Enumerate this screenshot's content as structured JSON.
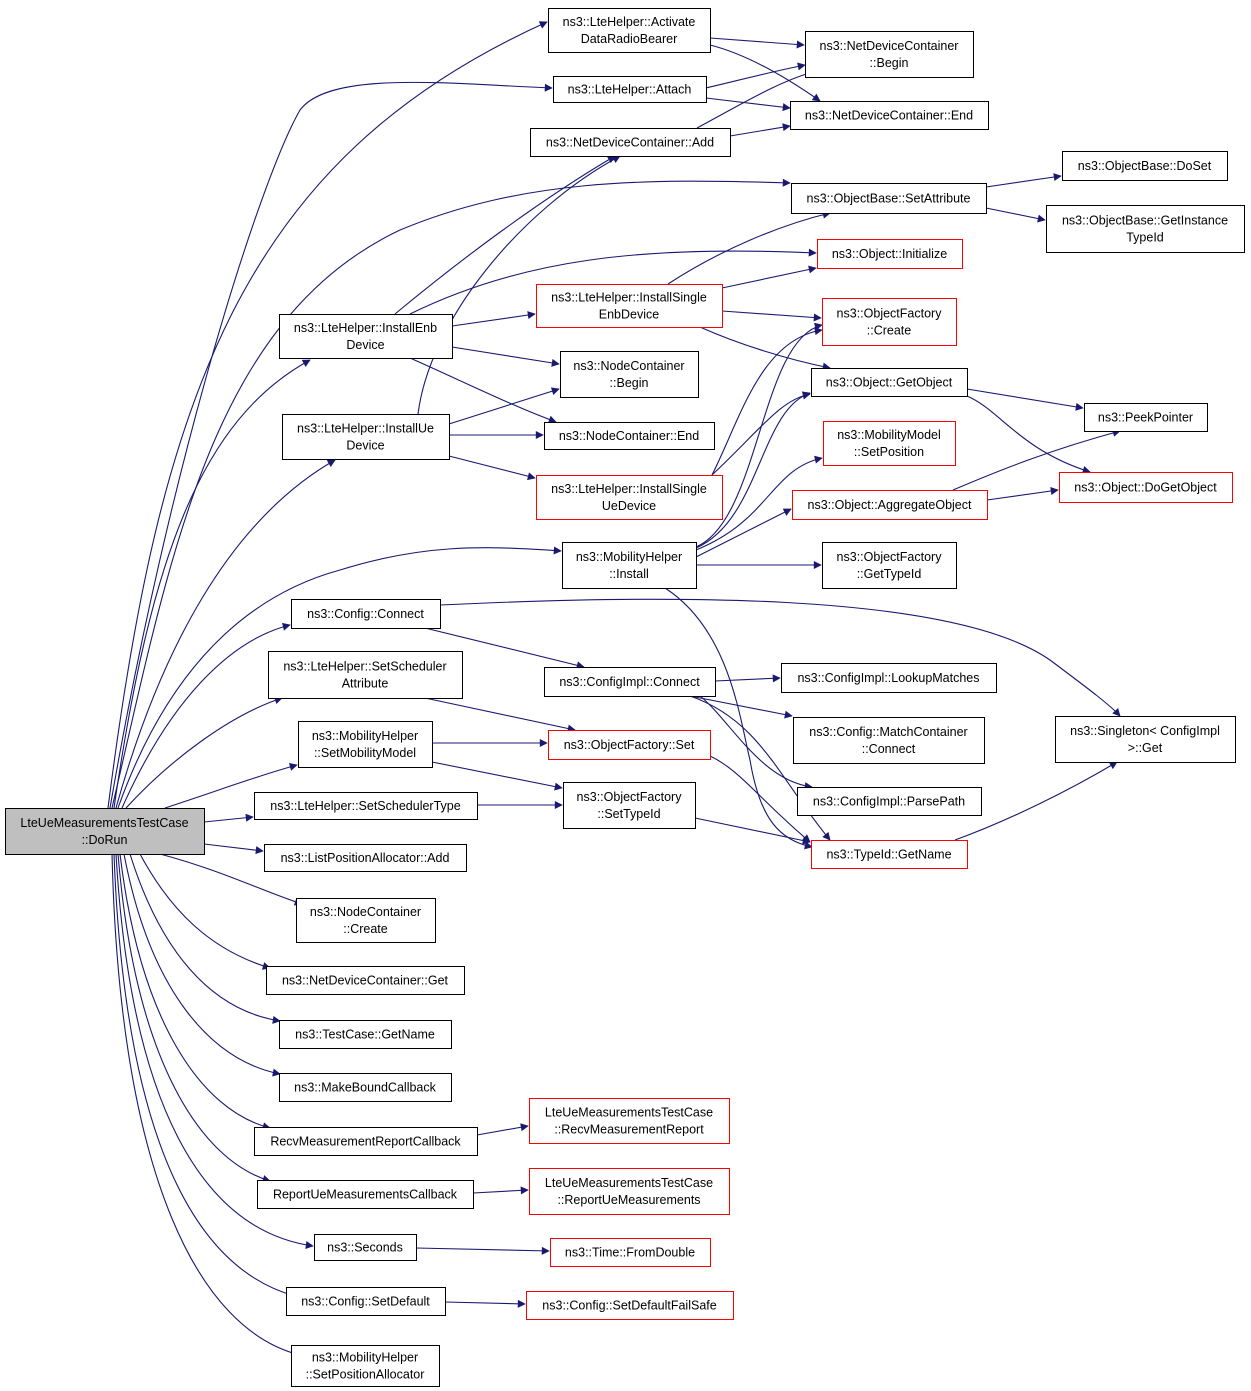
{
  "graph": {
    "edge_color": "#191970",
    "root_fill": "#bfbfbf",
    "external_border": "#ff0000",
    "nodes": [
      {
        "id": "root",
        "lines": [
          "LteUeMeasurementsTestCase",
          "::DoRun"
        ],
        "root": true
      },
      {
        "id": "activate",
        "lines": [
          "ns3::LteHelper::Activate",
          "DataRadioBearer"
        ]
      },
      {
        "id": "ndcBegin",
        "lines": [
          "ns3::NetDeviceContainer",
          "::Begin"
        ]
      },
      {
        "id": "attach",
        "lines": [
          "ns3::LteHelper::Attach"
        ]
      },
      {
        "id": "ndcEnd",
        "lines": [
          "ns3::NetDeviceContainer::End"
        ]
      },
      {
        "id": "ndcAdd",
        "lines": [
          "ns3::NetDeviceContainer::Add"
        ]
      },
      {
        "id": "objDoSet",
        "lines": [
          "ns3::ObjectBase::DoSet"
        ]
      },
      {
        "id": "setAttr",
        "lines": [
          "ns3::ObjectBase::SetAttribute"
        ]
      },
      {
        "id": "getInstTypeId",
        "lines": [
          "ns3::ObjectBase::GetInstance",
          "TypeId"
        ]
      },
      {
        "id": "objInit",
        "lines": [
          "ns3::Object::Initialize"
        ],
        "red": true
      },
      {
        "id": "instSingleEnb",
        "lines": [
          "ns3::LteHelper::InstallSingle",
          "EnbDevice"
        ],
        "red": true
      },
      {
        "id": "instEnb",
        "lines": [
          "ns3::LteHelper::InstallEnb",
          "Device"
        ]
      },
      {
        "id": "ofCreate",
        "lines": [
          "ns3::ObjectFactory",
          "::Create"
        ],
        "red": true
      },
      {
        "id": "ncBegin",
        "lines": [
          "ns3::NodeContainer",
          "::Begin"
        ]
      },
      {
        "id": "getObject",
        "lines": [
          "ns3::Object::GetObject"
        ]
      },
      {
        "id": "peekPtr",
        "lines": [
          "ns3::PeekPointer"
        ]
      },
      {
        "id": "instUe",
        "lines": [
          "ns3::LteHelper::InstallUe",
          "Device"
        ]
      },
      {
        "id": "ncEnd",
        "lines": [
          "ns3::NodeContainer::End"
        ]
      },
      {
        "id": "mmSetPos",
        "lines": [
          "ns3::MobilityModel",
          "::SetPosition"
        ],
        "red": true
      },
      {
        "id": "instSingleUe",
        "lines": [
          "ns3::LteHelper::InstallSingle",
          "UeDevice"
        ],
        "red": true
      },
      {
        "id": "doGetObject",
        "lines": [
          "ns3::Object::DoGetObject"
        ],
        "red": true
      },
      {
        "id": "aggObj",
        "lines": [
          "ns3::Object::AggregateObject"
        ],
        "red": true
      },
      {
        "id": "mhInstall",
        "lines": [
          "ns3::MobilityHelper",
          "::Install"
        ]
      },
      {
        "id": "ofGetTypeId",
        "lines": [
          "ns3::ObjectFactory",
          "::GetTypeId"
        ]
      },
      {
        "id": "cfgConnect",
        "lines": [
          "ns3::Config::Connect"
        ]
      },
      {
        "id": "schedAttr",
        "lines": [
          "ns3::LteHelper::SetScheduler",
          "Attribute"
        ]
      },
      {
        "id": "ciConnect",
        "lines": [
          "ns3::ConfigImpl::Connect"
        ]
      },
      {
        "id": "ciLookup",
        "lines": [
          "ns3::ConfigImpl::LookupMatches"
        ]
      },
      {
        "id": "singleton",
        "lines": [
          "ns3::Singleton< ConfigImpl",
          "&gt;::Get"
        ]
      },
      {
        "id": "setMobModel",
        "lines": [
          "ns3::MobilityHelper",
          "::SetMobilityModel"
        ]
      },
      {
        "id": "ofSet",
        "lines": [
          "ns3::ObjectFactory::Set"
        ],
        "red": true
      },
      {
        "id": "matchCont",
        "lines": [
          "ns3::Config::MatchContainer",
          "::Connect"
        ]
      },
      {
        "id": "schedType",
        "lines": [
          "ns3::LteHelper::SetSchedulerType"
        ]
      },
      {
        "id": "ofSetTypeId",
        "lines": [
          "ns3::ObjectFactory",
          "::SetTypeId"
        ]
      },
      {
        "id": "parsePath",
        "lines": [
          "ns3::ConfigImpl::ParsePath"
        ]
      },
      {
        "id": "lpaAdd",
        "lines": [
          "ns3::ListPositionAllocator::Add"
        ]
      },
      {
        "id": "typeIdName",
        "lines": [
          "ns3::TypeId::GetName"
        ],
        "red": true
      },
      {
        "id": "ncCreate",
        "lines": [
          "ns3::NodeContainer",
          "::Create"
        ]
      },
      {
        "id": "ndcGet",
        "lines": [
          "ns3::NetDeviceContainer::Get"
        ]
      },
      {
        "id": "tcGetName",
        "lines": [
          "ns3::TestCase::GetName"
        ]
      },
      {
        "id": "mkBound",
        "lines": [
          "ns3::MakeBoundCallback"
        ]
      },
      {
        "id": "recvCb",
        "lines": [
          "RecvMeasurementReportCallback"
        ]
      },
      {
        "id": "recvReport",
        "lines": [
          "LteUeMeasurementsTestCase",
          "::RecvMeasurementReport"
        ],
        "red": true
      },
      {
        "id": "reportCb",
        "lines": [
          "ReportUeMeasurementsCallback"
        ]
      },
      {
        "id": "reportMeas",
        "lines": [
          "LteUeMeasurementsTestCase",
          "::ReportUeMeasurements"
        ],
        "red": true
      },
      {
        "id": "seconds",
        "lines": [
          "ns3::Seconds"
        ]
      },
      {
        "id": "fromDouble",
        "lines": [
          "ns3::Time::FromDouble"
        ],
        "red": true
      },
      {
        "id": "setDefault",
        "lines": [
          "ns3::Config::SetDefault"
        ]
      },
      {
        "id": "setDefaultFS",
        "lines": [
          "ns3::Config::SetDefaultFailSafe"
        ],
        "red": true
      },
      {
        "id": "setPosAlloc",
        "lines": [
          "ns3::MobilityHelper",
          "::SetPositionAllocator"
        ]
      }
    ]
  }
}
